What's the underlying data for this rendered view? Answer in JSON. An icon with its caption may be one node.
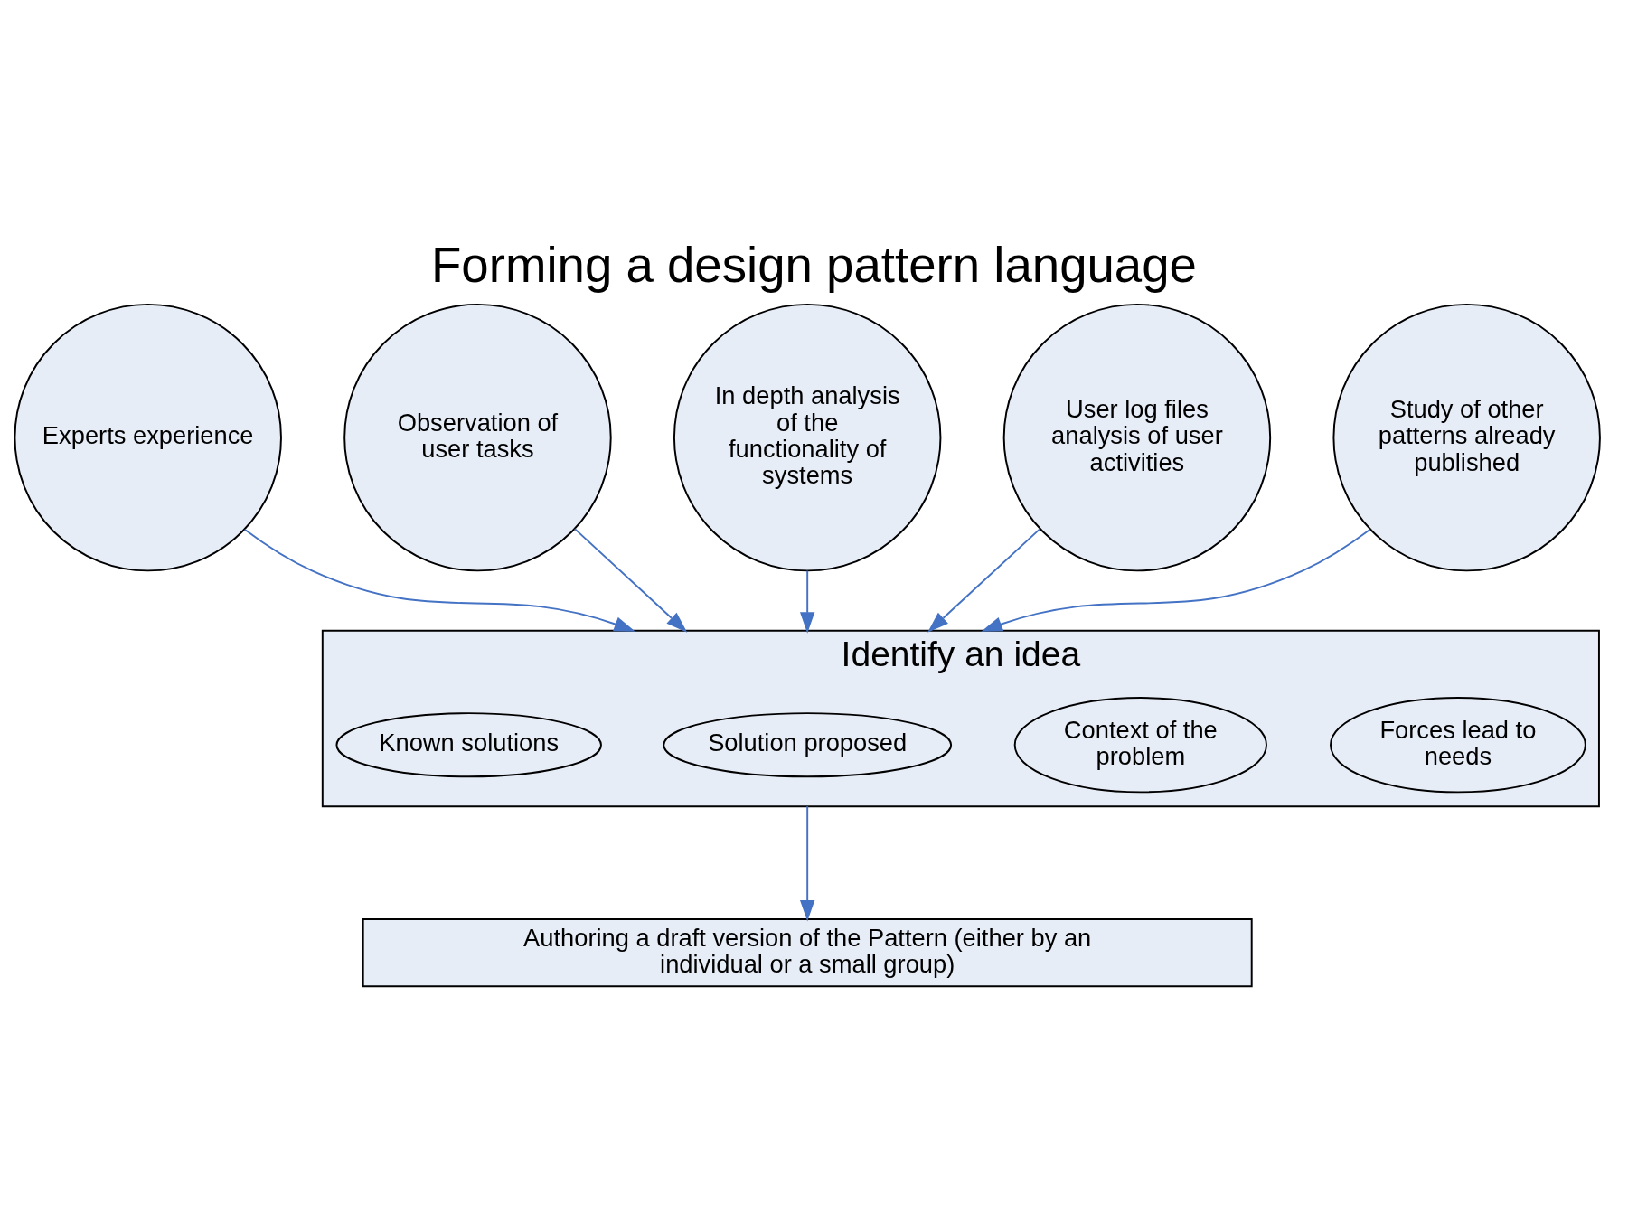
{
  "diagram": {
    "title": "Forming a design pattern language",
    "nodes": [
      {
        "text": [
          "Experts experience"
        ]
      },
      {
        "text": [
          "Observation of user tasks"
        ]
      },
      {
        "text": [
          "In depth analysis of the functionality of systems"
        ]
      },
      {
        "text": [
          "User log files analysis of user activities"
        ]
      },
      {
        "text": [
          "Study of other patterns already published"
        ]
      },
      {
        "text": [
          "Identify an idea"
        ]
      },
      {
        "text": [
          "Forces lead to needs"
        ],
        "in": 5
      },
      {
        "text": [
          "Context of the problem"
        ],
        "in": 5
      },
      {
        "text": [
          "Solution proposed"
        ],
        "in": 5
      },
      {
        "text": [
          "Known solutions"
        ],
        "in": 5
      },
      {
        "text": [
          "Authoring a draft version of the Pattern (either by an individual or a small group)"
        ]
      }
    ],
    "edges": [
      {
        "from": 0,
        "to": 5,
        "arrow": "to"
      },
      {
        "from": 1,
        "to": 5,
        "arrow": "to"
      },
      {
        "from": 2,
        "to": 5,
        "arrow": "to"
      },
      {
        "from": 3,
        "to": 5,
        "arrow": "to"
      },
      {
        "from": 4,
        "to": 5,
        "arrow": "to"
      },
      {
        "from": 5,
        "to": 10,
        "arrow": "to"
      }
    ]
  }
}
